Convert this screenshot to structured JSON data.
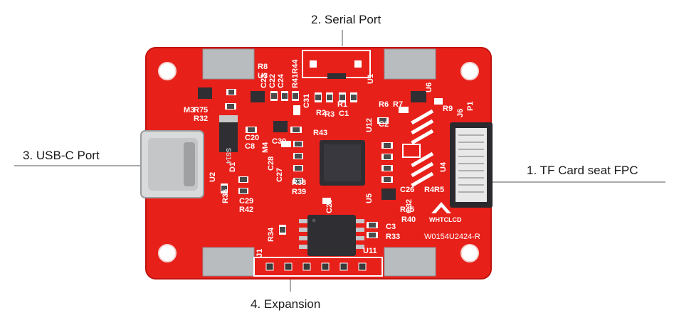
{
  "callouts": {
    "serial_port": "2. Serial Port",
    "usb_c_port": "3. USB-C Port",
    "tf_card_fpc": "1. TF Card seat FPC",
    "expansion": "4. Expansion"
  },
  "board": {
    "model_text": "W0154U2424-R",
    "brand_text": "WHTCLCD",
    "silkscreen": {
      "r41r44": "R41R44",
      "r8": "R8",
      "u3": "U3",
      "c22": "C22",
      "c24": "C24",
      "c23": "C23",
      "u1": "U1",
      "m3": "M3",
      "r32": "R32",
      "r75": "R75",
      "c31": "C31",
      "r2": "R2",
      "r3": "R3",
      "r1": "R1",
      "c1": "C1",
      "r6": "R6",
      "r7": "R7",
      "u6": "U6",
      "r9": "R9",
      "j6": "J6",
      "p1": "P1",
      "c20": "C20",
      "c8": "C8",
      "m4": "M4",
      "c30": "C30",
      "r43": "R43",
      "u12": "U12",
      "c2": "C2",
      "d1": "D1",
      "c28": "C28",
      "c27": "C27",
      "u2": "U2",
      "r38": "R38",
      "r39": "R39",
      "r36": "R36",
      "c29": "C29",
      "r42": "R42",
      "c25": "C25",
      "u5": "U5",
      "u4": "U4",
      "c26": "C26",
      "r45": "R45",
      "c32": "C32",
      "r40": "R40",
      "r4": "R4",
      "r5": "R5",
      "r34": "R34",
      "c3": "C3",
      "r33": "R33",
      "u11": "U11",
      "j1": "J1",
      "ss14": "SS14"
    }
  },
  "colors": {
    "pcb_red": "#e8201a",
    "pcb_dark": "#c0140f",
    "silk": "#ffffff",
    "chip": "#2e2e33",
    "metal": "#b9bcbf",
    "leader": "#555555"
  }
}
